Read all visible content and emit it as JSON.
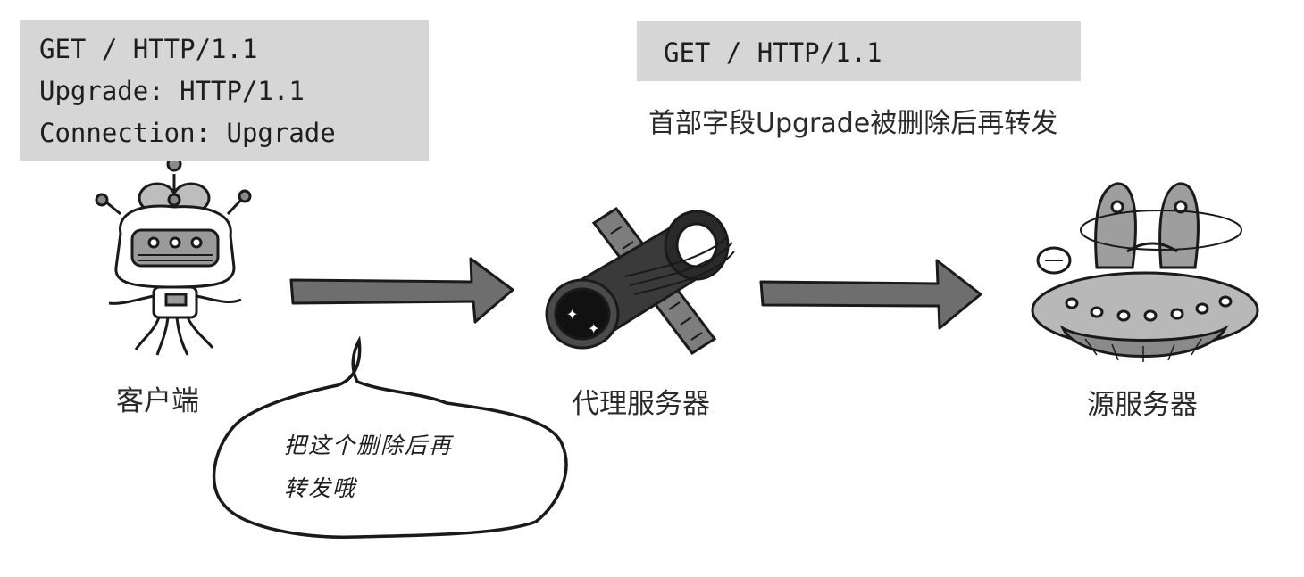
{
  "client_request": {
    "lines": [
      "GET / HTTP/1.1",
      "Upgrade: HTTP/1.1",
      "Connection: Upgrade"
    ]
  },
  "proxy_request": {
    "lines": [
      "GET / HTTP/1.1"
    ],
    "note": "首部字段Upgrade被删除后再转发"
  },
  "nodes": {
    "client": "客户端",
    "proxy": "代理服务器",
    "origin": "源服务器"
  },
  "speech_bubble": {
    "line1": "把这个删除后再",
    "line2": "转发哦"
  },
  "colors": {
    "code_background": "#d6d6d6",
    "arrow_fill": "#6e6e6e",
    "outline": "#1a1a1a"
  }
}
